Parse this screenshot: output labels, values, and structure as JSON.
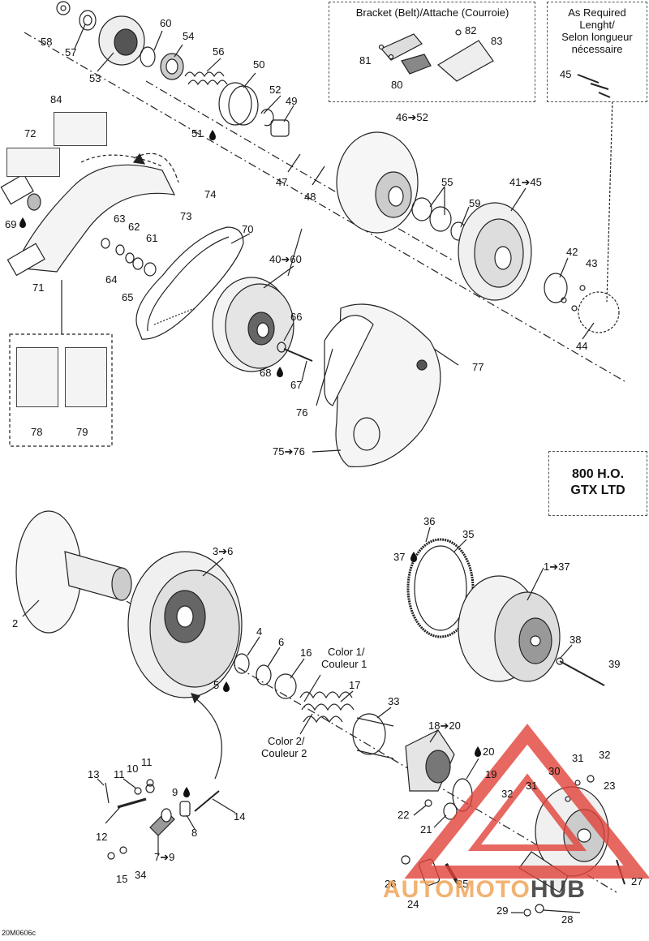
{
  "diagram": {
    "boxes": {
      "bracket_title": "Bracket (Belt)/Attache (Courroie)",
      "required_line1": "As Required",
      "required_line2": "Lenght/",
      "required_line3": "Selon longueur",
      "required_line4": "nécessaire"
    },
    "model": {
      "line1": "800 H.O.",
      "line2": "GTX LTD"
    },
    "color_labels": {
      "color1_a": "Color 1/",
      "color1_b": "Couleur 1",
      "color2_a": "Color 2/",
      "color2_b": "Couleur 2"
    },
    "drawing_code": "20M0606c",
    "watermark": {
      "part1": "AUTOMOTO",
      "part2": "HUB"
    },
    "numbers": {
      "n58": "58",
      "n57": "57",
      "n53": "53",
      "n60": "60",
      "n54": "54",
      "n56": "56",
      "n50": "50",
      "n52": "52",
      "n49": "49",
      "n51": "51",
      "n82": "82",
      "n83": "83",
      "n81": "81",
      "n80": "80",
      "n45": "45",
      "n84": "84",
      "n72": "72",
      "n74": "74",
      "n73": "73",
      "n69": "69",
      "n63": "63",
      "n62": "62",
      "n61": "61",
      "n64": "64",
      "n65": "65",
      "n71": "71",
      "n70": "70",
      "n47": "47",
      "n48": "48",
      "n4652": "46➔52",
      "n55": "55",
      "n59": "59",
      "n4145": "41➔45",
      "n42": "42",
      "n43": "43",
      "n44": "44",
      "n4060": "40➔60",
      "n66": "66",
      "n68": "68",
      "n67": "67",
      "n77": "77",
      "n76": "76",
      "n7576": "75➔76",
      "n78": "78",
      "n79": "79",
      "n36": "36",
      "n35": "35",
      "n37": "37",
      "n137": "1➔37",
      "n38": "38",
      "n39": "39",
      "n36b": "3➔6",
      "n2": "2",
      "n4": "4",
      "n6": "6",
      "n5": "5",
      "n16": "16",
      "n17": "17",
      "n33": "33",
      "n1820": "18➔20",
      "n20": "20",
      "n19": "19",
      "n13": "13",
      "n11a": "11",
      "n10": "10",
      "n11b": "11",
      "n9": "9",
      "n12": "12",
      "n8": "8",
      "n14": "14",
      "n79b": "7➔9",
      "n15": "15",
      "n34": "34",
      "n22": "22",
      "n21": "21",
      "n30": "30",
      "n31a": "31",
      "n32a": "32",
      "n23": "23",
      "n32b": "32",
      "n31b": "31",
      "n26": "26",
      "n25": "25",
      "n24": "24",
      "n27": "27",
      "n29": "29",
      "n28": "28"
    },
    "colors": {
      "line": "#222222",
      "watermark_red": "#e0433a",
      "watermark_orange": "#f0a55a"
    }
  }
}
